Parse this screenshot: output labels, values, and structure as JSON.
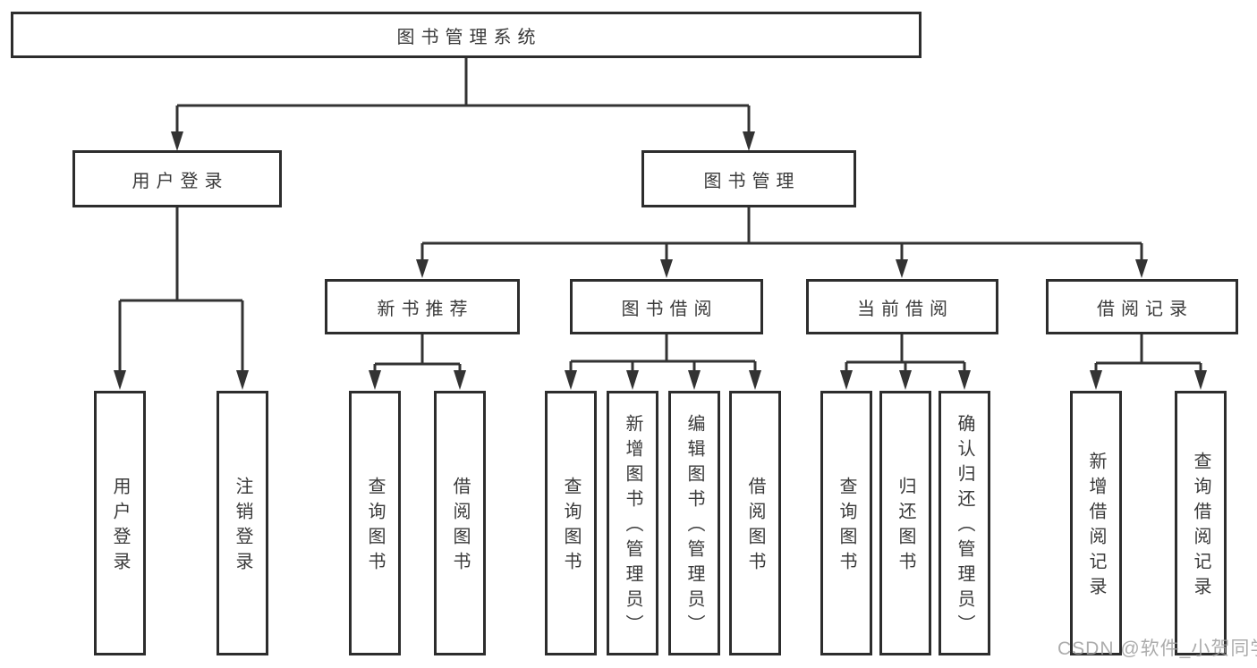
{
  "colors": {
    "line": "#333333",
    "box_border": "#2d2d2d",
    "box_fill": "#ffffff",
    "text": "#3a3a3a",
    "watermark": "#9e9e9e",
    "background": "#ffffff"
  },
  "tree": {
    "root": "图书管理系统",
    "user_login": {
      "label": "用户登录",
      "children": [
        "用户登录",
        "注销登录"
      ]
    },
    "book_mgmt": {
      "label": "图书管理",
      "sections": [
        {
          "label": "新书推荐",
          "children": [
            "查询图书",
            "借阅图书"
          ]
        },
        {
          "label": "图书借阅",
          "children": [
            "查询图书",
            "新增图书（管理员）",
            "编辑图书（管理员）",
            "借阅图书"
          ]
        },
        {
          "label": "当前借阅",
          "children": [
            "查询图书",
            "归还图书",
            "确认归还（管理员）"
          ]
        },
        {
          "label": "借阅记录",
          "children": [
            "新增借阅记录",
            "查询借阅记录"
          ]
        }
      ]
    }
  },
  "watermark": "CSDN @软件_小贺同学"
}
